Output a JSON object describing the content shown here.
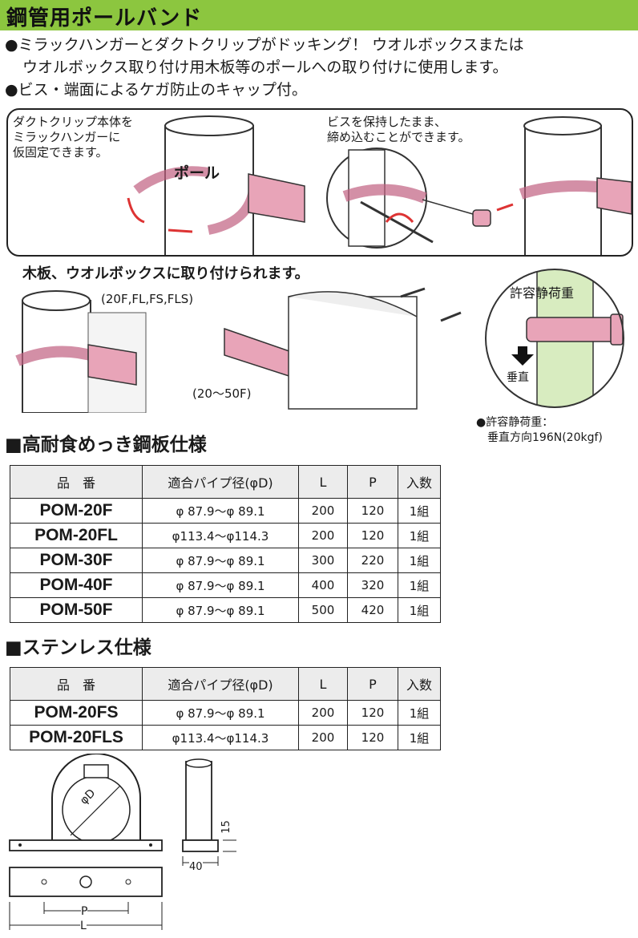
{
  "title": "鋼管用ポールバンド",
  "bullets": [
    "●ミラックハンガーとダクトクリップがドッキング！ ウオルボックスまたは",
    "ウオルボックス取り付け用木板等のポールへの取り付けに使用します。",
    "●ビス・端面によるケガ防止のキャップ付。"
  ],
  "diagram": {
    "caption_left": [
      "ダクトクリップ本体を",
      "ミラックハンガーに",
      "仮固定できます。"
    ],
    "pole_label": "ポール",
    "caption_right": [
      "ビスを保持したまま、",
      "締め込むことができます。"
    ]
  },
  "mount": {
    "heading": "木板、ウオルボックスに取り付けられます。",
    "variants_label": "(20F,FL,FS,FLS)",
    "range_label": "(20〜50F)",
    "load_circle_title": "許容静荷重",
    "load_arrow_label": "垂直",
    "load_note_line1": "●許容静荷重：",
    "load_note_line2": "垂直方向196N(20kgf)"
  },
  "colors": {
    "title_bar": "#8cc63f",
    "band_pink": "#e8a4b8",
    "pole_green": "#d8ecc0"
  },
  "sections": [
    {
      "heading": "■高耐食めっき鋼板仕様",
      "headers": [
        "品　番",
        "適合パイプ径(φD)",
        "L",
        "P",
        "入数"
      ],
      "rows": [
        [
          "POM-20F",
          "φ 87.9〜φ 89.1",
          "200",
          "120",
          "1組"
        ],
        [
          "POM-20FL",
          "φ113.4〜φ114.3",
          "200",
          "120",
          "1組"
        ],
        [
          "POM-30F",
          "φ 87.9〜φ 89.1",
          "300",
          "220",
          "1組"
        ],
        [
          "POM-40F",
          "φ 87.9〜φ 89.1",
          "400",
          "320",
          "1組"
        ],
        [
          "POM-50F",
          "φ 87.9〜φ 89.1",
          "500",
          "420",
          "1組"
        ]
      ]
    },
    {
      "heading": "■ステンレス仕様",
      "headers": [
        "品　番",
        "適合パイプ径(φD)",
        "L",
        "P",
        "入数"
      ],
      "rows": [
        [
          "POM-20FS",
          "φ 87.9〜φ 89.1",
          "200",
          "120",
          "1組"
        ],
        [
          "POM-20FLS",
          "φ113.4〜φ114.3",
          "200",
          "120",
          "1組"
        ]
      ]
    }
  ],
  "dimensions": {
    "diameter_label": "φD",
    "p_label": "P",
    "l_label": "L",
    "side_height": "15",
    "side_width": "40"
  }
}
